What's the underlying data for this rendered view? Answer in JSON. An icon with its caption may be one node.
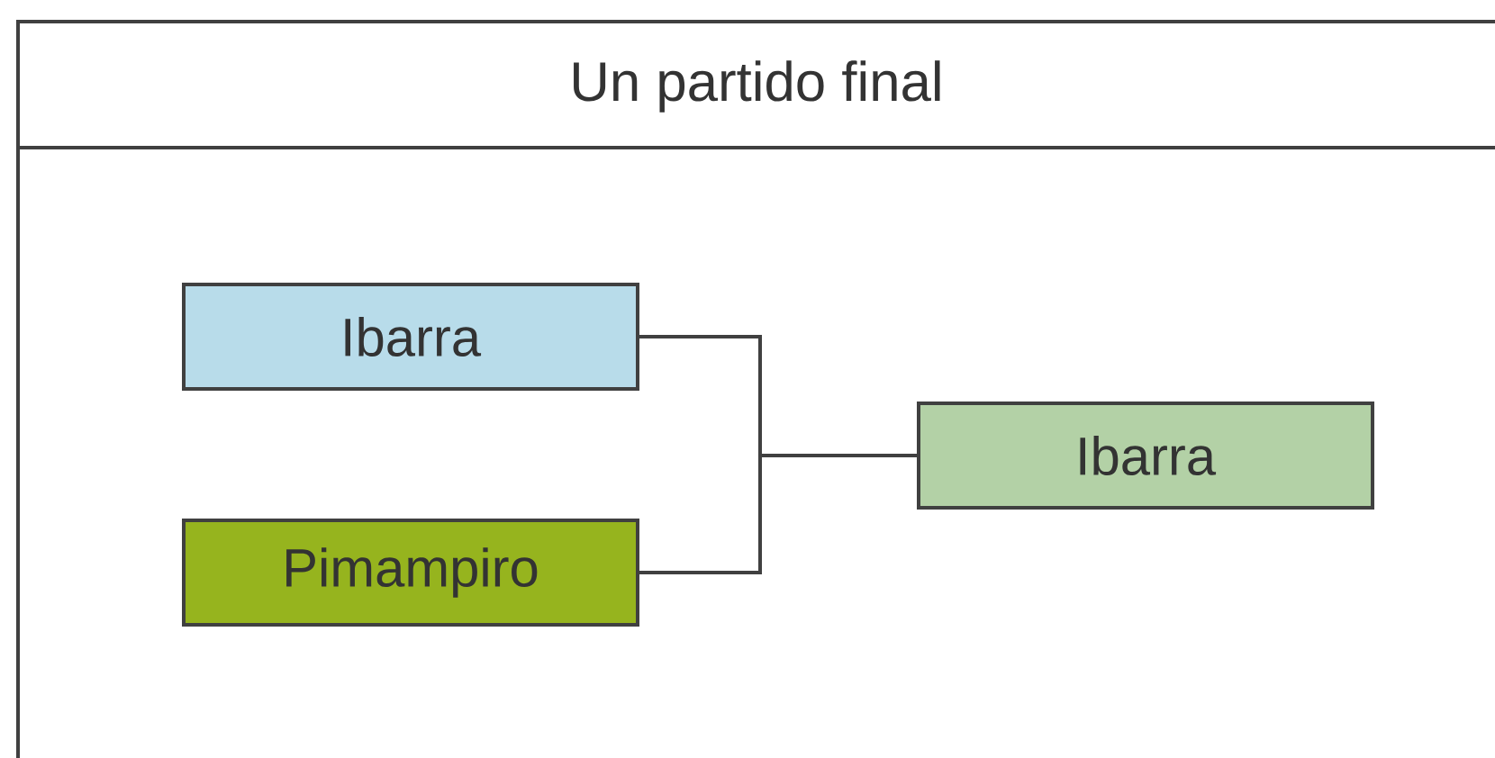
{
  "diagram": {
    "title": "Un partido final",
    "nodes": [
      {
        "text": [
          "Ibarra"
        ]
      },
      {
        "text": [
          "Pimampiro"
        ]
      },
      {
        "text": [
          "Ibarra"
        ]
      }
    ],
    "edges": [
      {
        "from": 0,
        "to": 2,
        "arrow": "none"
      },
      {
        "from": 1,
        "to": 2,
        "arrow": "none"
      }
    ]
  }
}
